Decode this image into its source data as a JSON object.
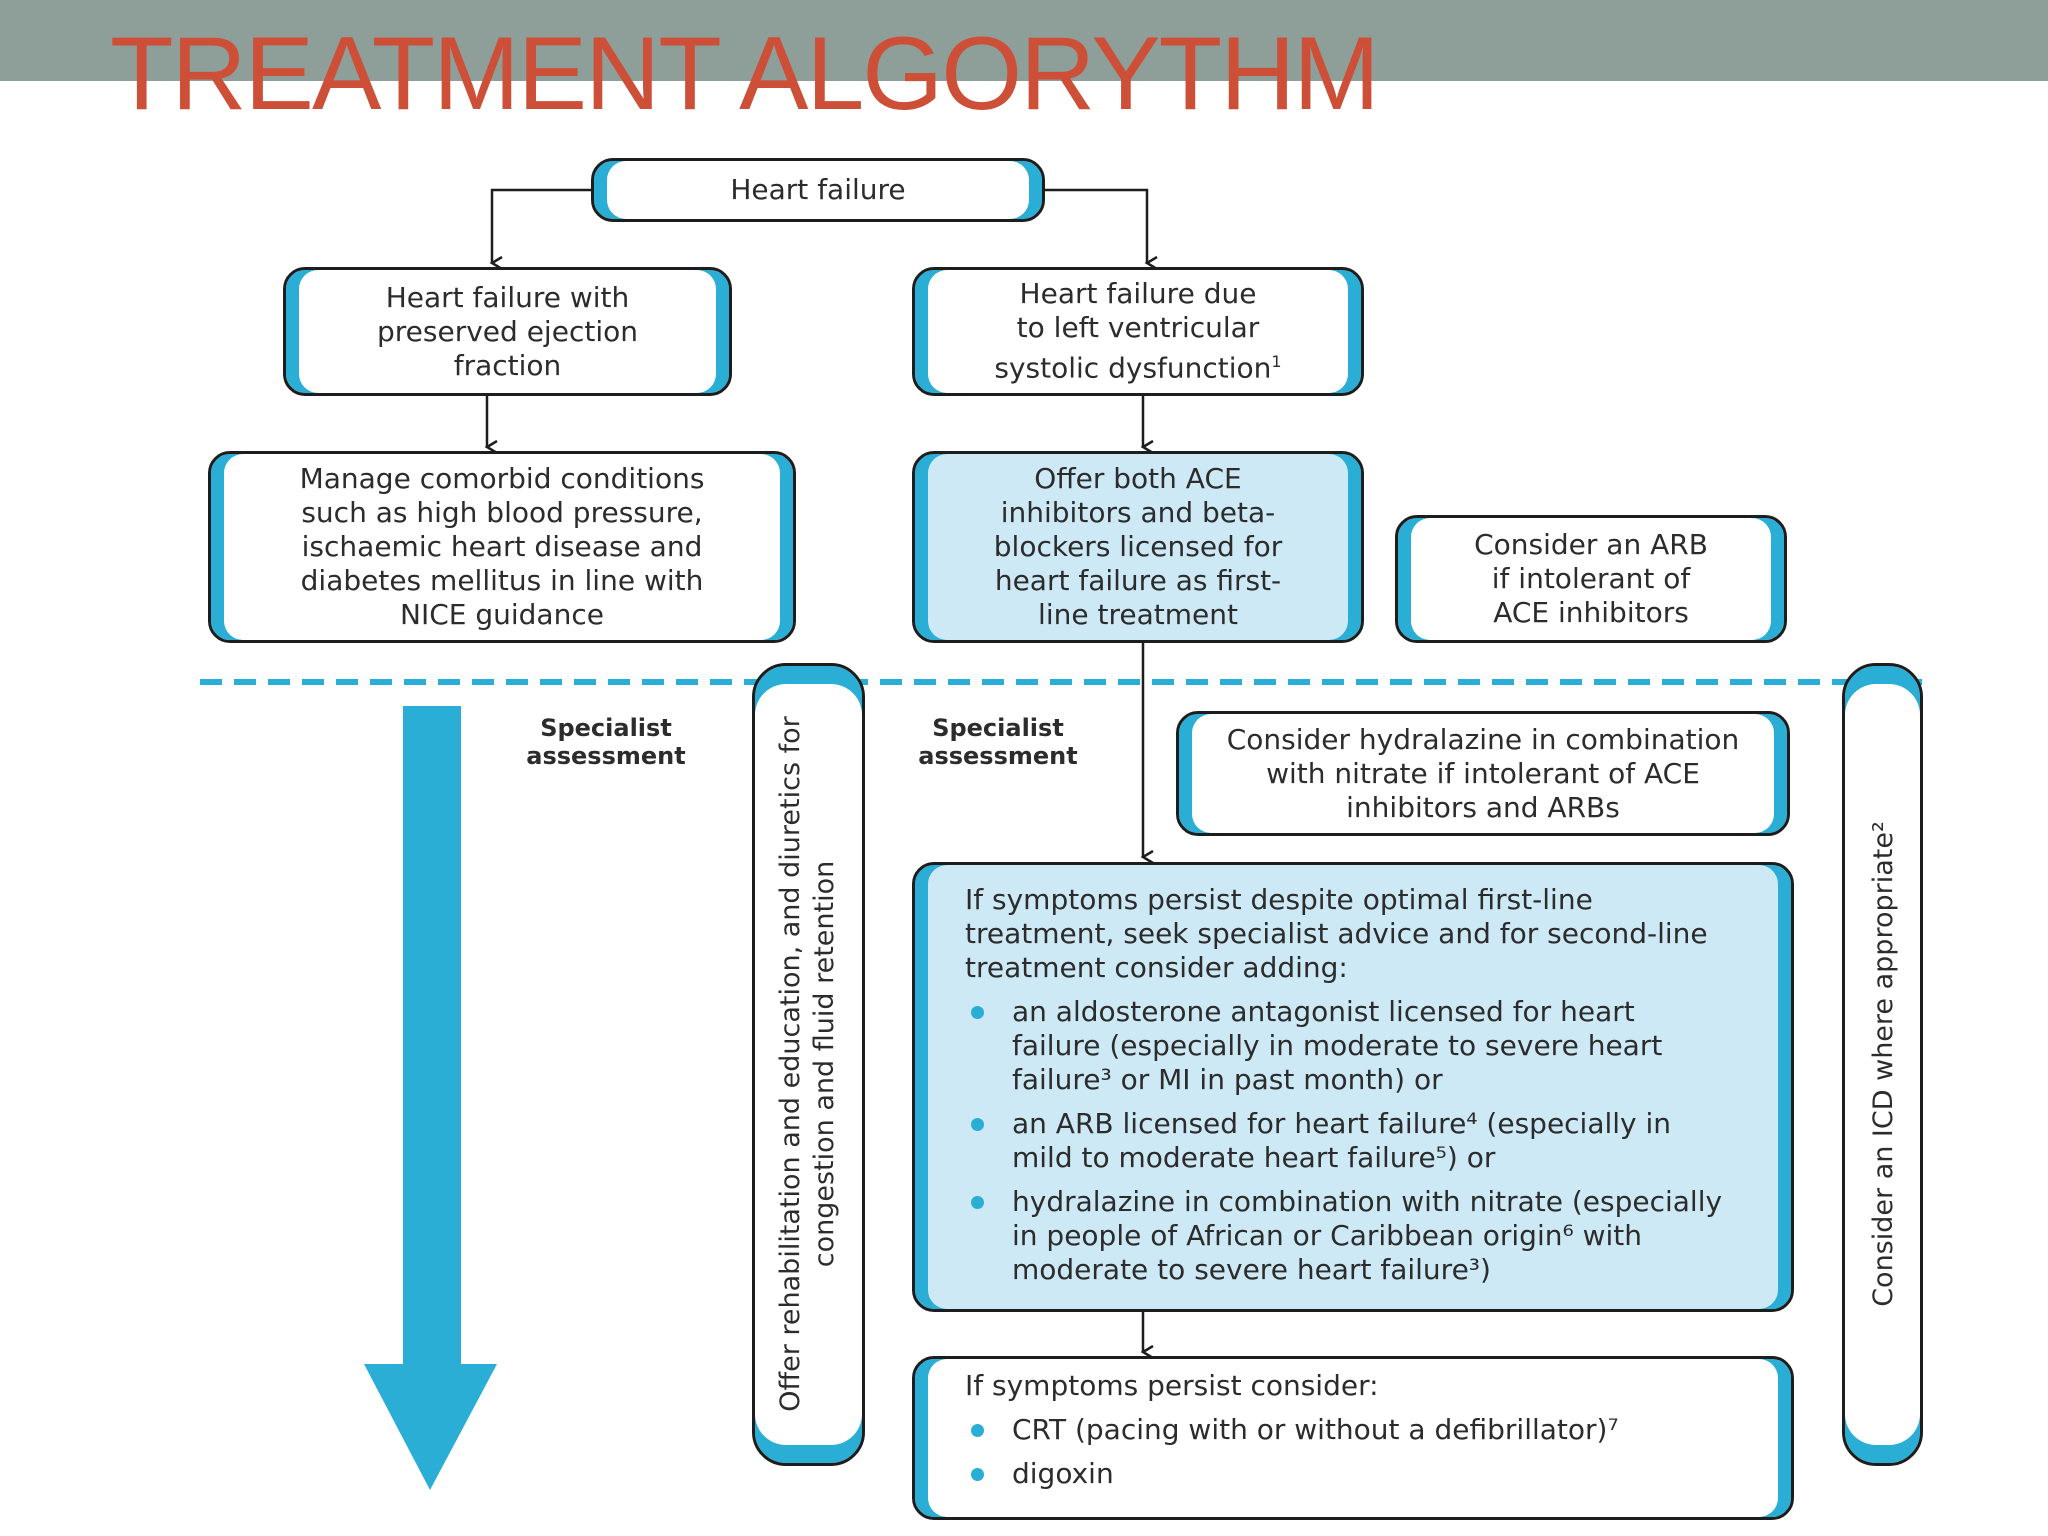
{
  "slide": {
    "title": "TREATMENT ALGORYTHM"
  },
  "colors": {
    "title_bar": "#8e9e98",
    "title_text": "#cd4f37",
    "accent_blue": "#2aaed6",
    "fill_blue": "#cce9f5"
  },
  "flowchart": {
    "root": "Heart failure",
    "hfpef": "Heart failure with\npreserved ejection\nfraction",
    "lvsd": "Heart failure due\nto left ventricular\nsystolic dysfunction",
    "lvsd_note": "1",
    "manage": "Manage comorbid conditions\nsuch as high blood pressure,\nischaemic heart disease and\ndiabetes mellitus in line with\nNICE guidance",
    "first_line": "Offer both ACE\ninhibitors and beta-\nblockers licensed for\nheart failure as first-\nline treatment",
    "arb_option": "Consider an ARB\nif intolerant of\nACE inhibitors",
    "specialist_left": "Specialist\nassessment",
    "specialist_right": "Specialist\nassessment",
    "rehab_vertical": "Offer rehabilitation and education, and diuretics for\ncongestion and fluid retention",
    "icd_vertical": "Consider an ICD where appropriate²",
    "hydralazine_option": "Consider hydralazine in combination\nwith nitrate if intolerant of ACE\ninhibitors and ARBs",
    "second_line": {
      "intro": "If symptoms persist despite optimal first-line\ntreatment, seek specialist advice and for second-line\ntreatment consider adding:",
      "items": [
        "an aldosterone antagonist licensed for heart\nfailure (especially in moderate to severe heart\nfailure³ or MI in past month) or",
        "an ARB licensed for heart failure⁴ (especially in\nmild to moderate heart failure⁵) or",
        "hydralazine in combination with nitrate (especially\nin people of African or Caribbean origin⁶ with\nmoderate to severe heart failure³)"
      ]
    },
    "final": {
      "intro": "If symptoms persist consider:",
      "items": [
        "CRT (pacing with or without a defibrillator)⁷",
        "digoxin"
      ]
    }
  }
}
